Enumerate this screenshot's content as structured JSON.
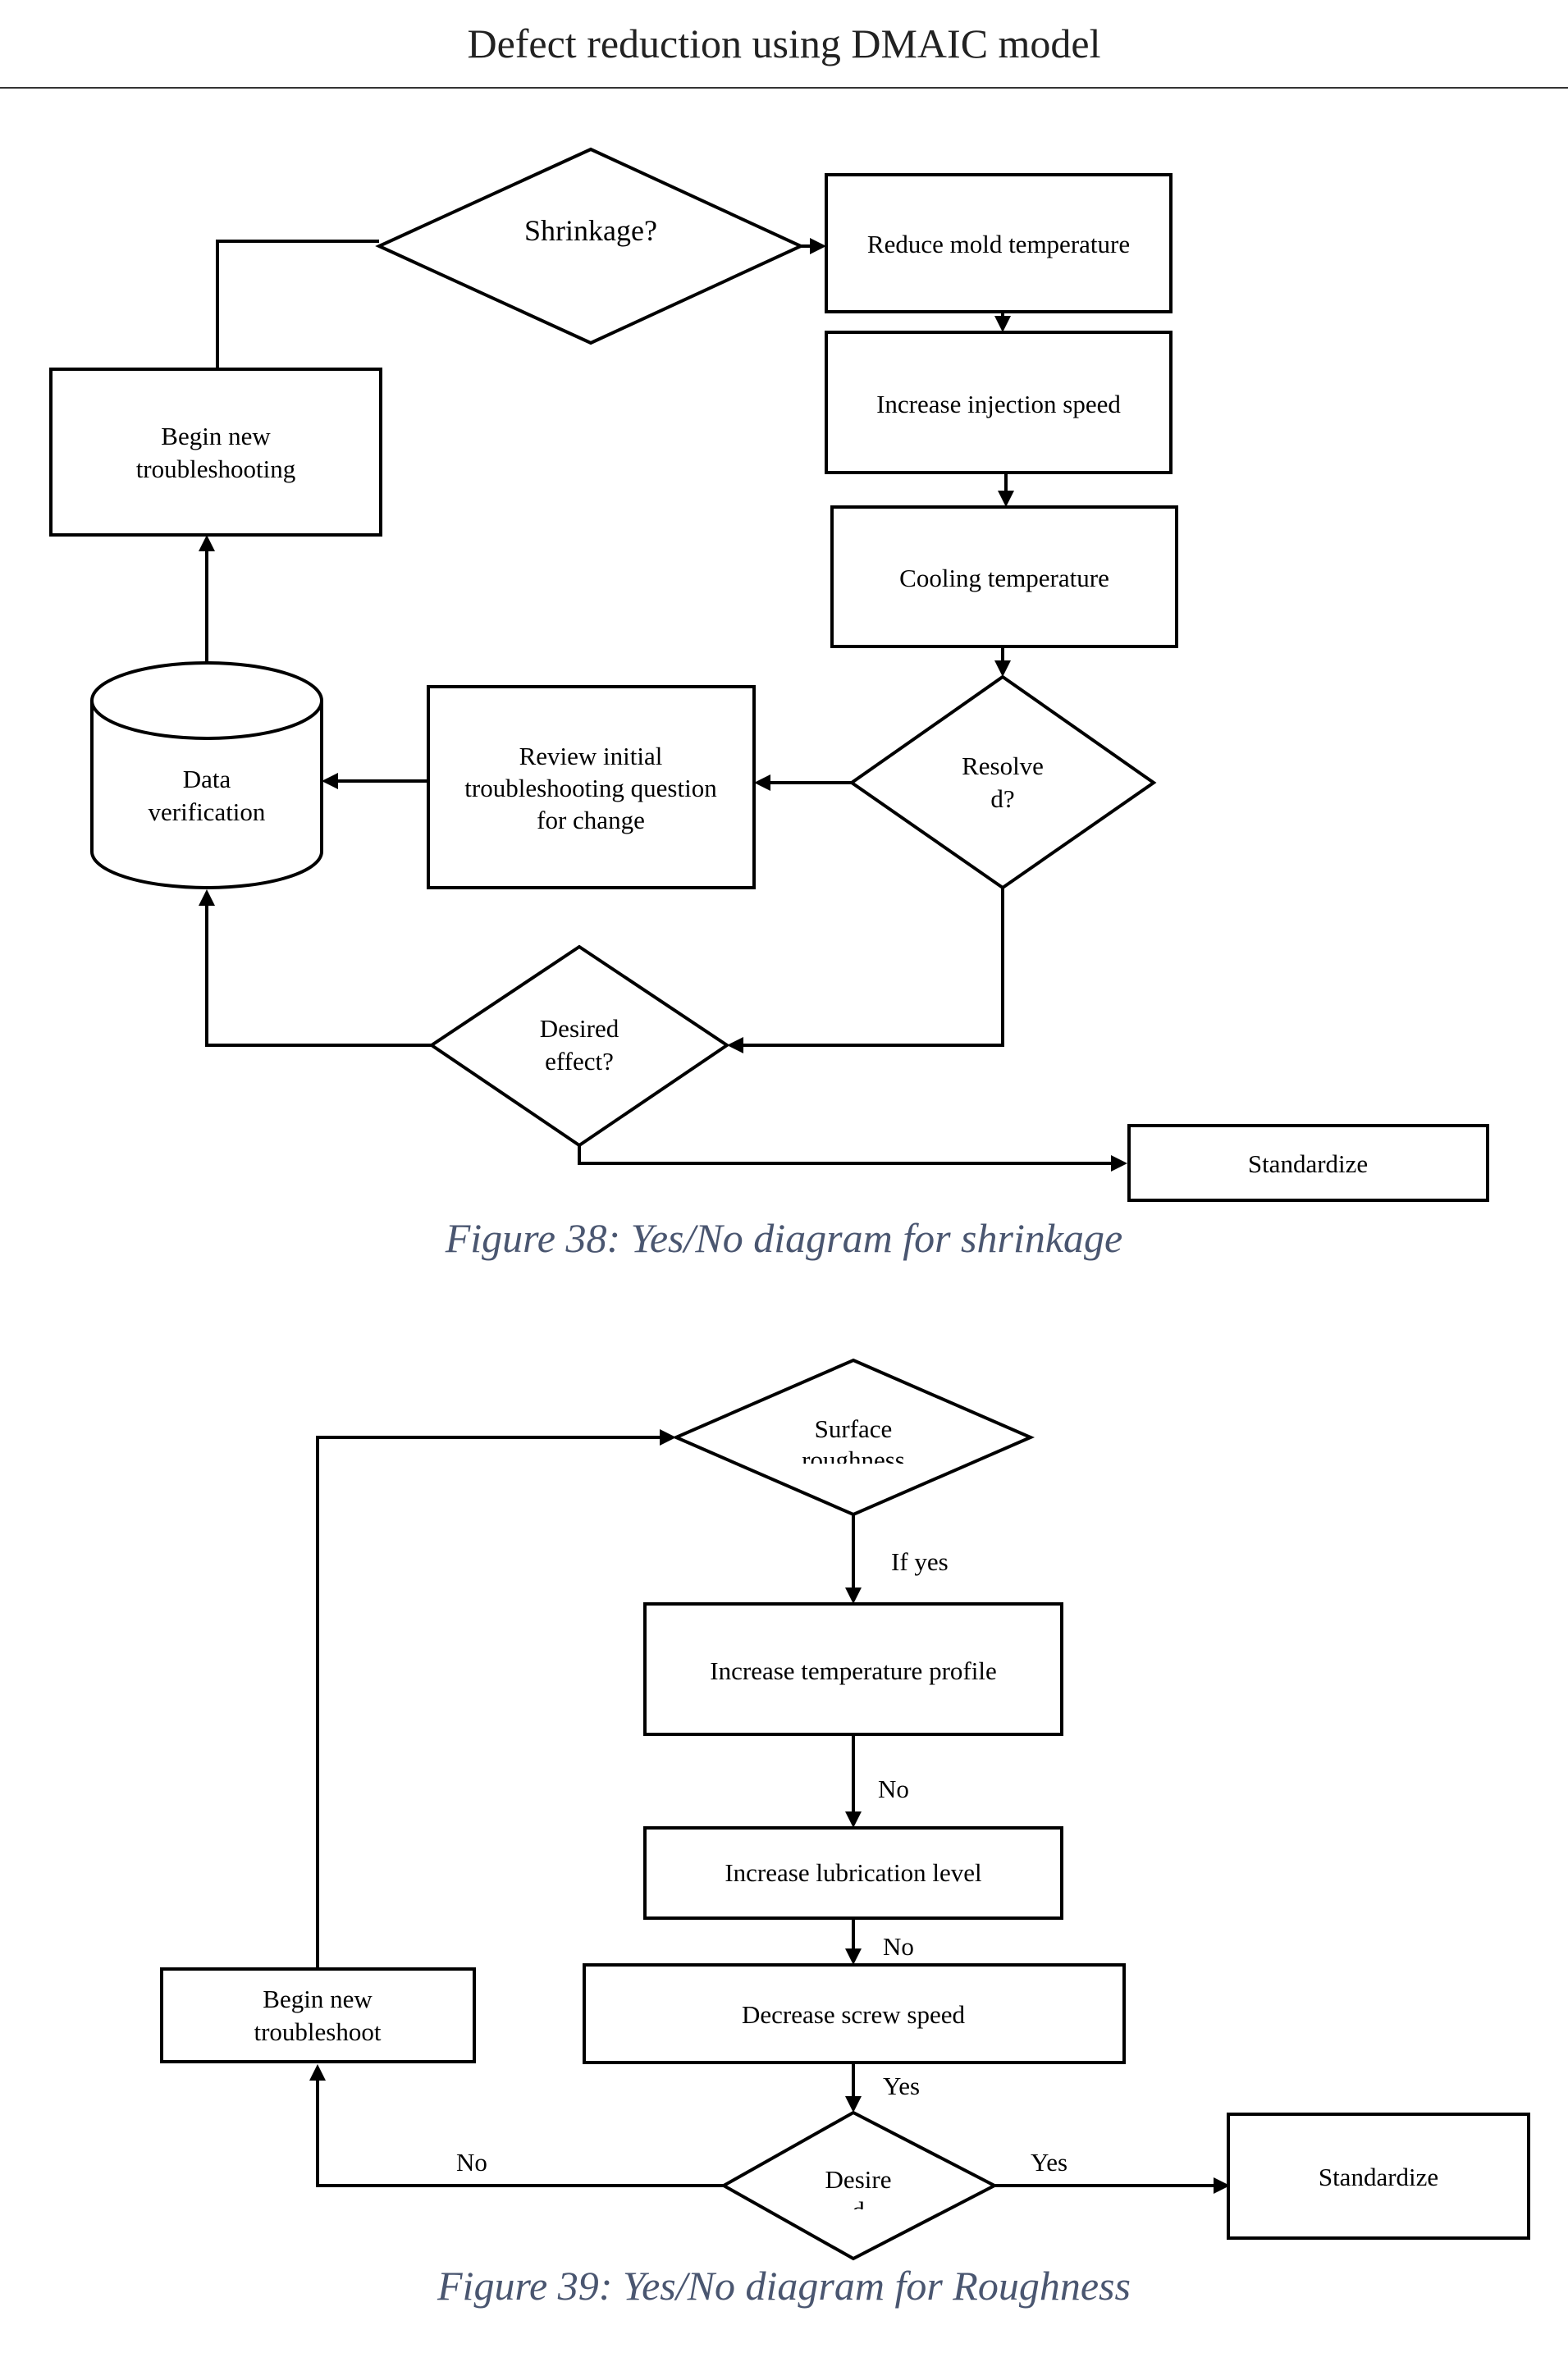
{
  "header": {
    "title": "Defect reduction using DMAIC model"
  },
  "figure38": {
    "caption": "Figure 38: Yes/No diagram for shrinkage",
    "shrinkage": "Shrinkage?",
    "reduce_mold": "Reduce mold temperature",
    "increase_injection": "Increase injection speed",
    "cooling": "Cooling temperature",
    "resolved_1": "Resolve",
    "resolved_2": "d?",
    "review_1": "Review initial",
    "review_2": "troubleshooting question",
    "review_3": "for change",
    "data_ver_1": "Data",
    "data_ver_2": "verification",
    "begin_1": "Begin new",
    "begin_2": "troubleshooting",
    "desired_1": "Desired",
    "desired_2": "effect?",
    "standardize": "Standardize"
  },
  "figure39": {
    "caption": "Figure 39: Yes/No diagram for Roughness",
    "surface_1": "Surface",
    "surface_2": "roughness",
    "if_yes": "If yes",
    "increase_temp": "Increase temperature profile",
    "no_1": "No",
    "increase_lub": "Increase lubrication level",
    "no_2": "No",
    "decrease_screw": "Decrease screw speed",
    "yes_1": "Yes",
    "desired_1": "Desire",
    "desired_2": "d",
    "yes_2": "Yes",
    "no_3": "No",
    "standardize": "Standardize",
    "begin_1": "Begin new",
    "begin_2": "troubleshoot"
  }
}
